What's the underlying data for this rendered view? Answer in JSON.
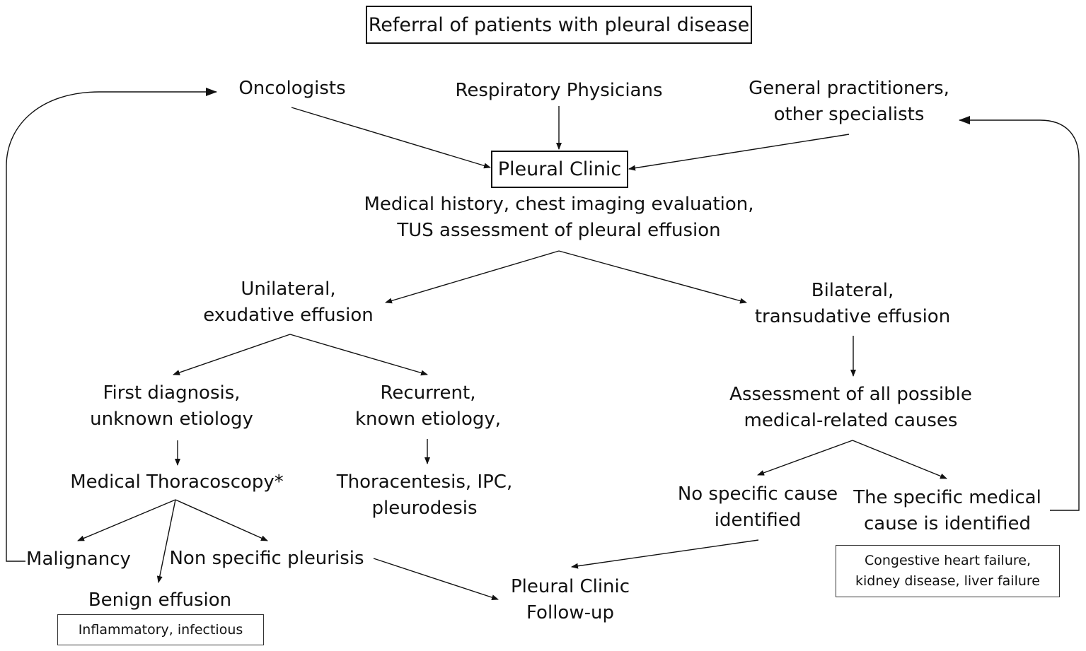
{
  "title": "Referral of patients with pleural disease",
  "referrers": {
    "oncologists": "Oncologists",
    "respiratory": "Respiratory Physicians",
    "gp": [
      "General practitioners,",
      "other specialists"
    ]
  },
  "clinic": "Pleural Clinic",
  "assessment": [
    "Medical history, chest imaging evaluation,",
    "TUS assessment of pleural effusion"
  ],
  "unilateral": [
    "Unilateral,",
    "exudative effusion"
  ],
  "bilateral": [
    "Bilateral,",
    "transudative effusion"
  ],
  "first_diagnosis": [
    "First diagnosis,",
    "unknown etiology"
  ],
  "recurrent": [
    "Recurrent,",
    "known etiology,"
  ],
  "thoracoscopy": "Medical Thoracoscopy*",
  "thoracentesis": [
    "Thoracentesis, IPC,",
    "pleurodesis"
  ],
  "assessment_causes": [
    "Assessment of all possible",
    "medical-related causes"
  ],
  "no_specific": [
    "No specific cause",
    "identified"
  ],
  "specific": [
    "The specific medical",
    "cause is identified"
  ],
  "specific_examples": [
    "Congestive heart failure,",
    "kidney disease, liver failure"
  ],
  "malignancy": "Malignancy",
  "non_specific_pleurisis": "Non specific pleurisis",
  "benign": "Benign effusion",
  "benign_examples": "Inflammatory, infectious",
  "follow_up": [
    "Pleural Clinic",
    "Follow-up"
  ]
}
